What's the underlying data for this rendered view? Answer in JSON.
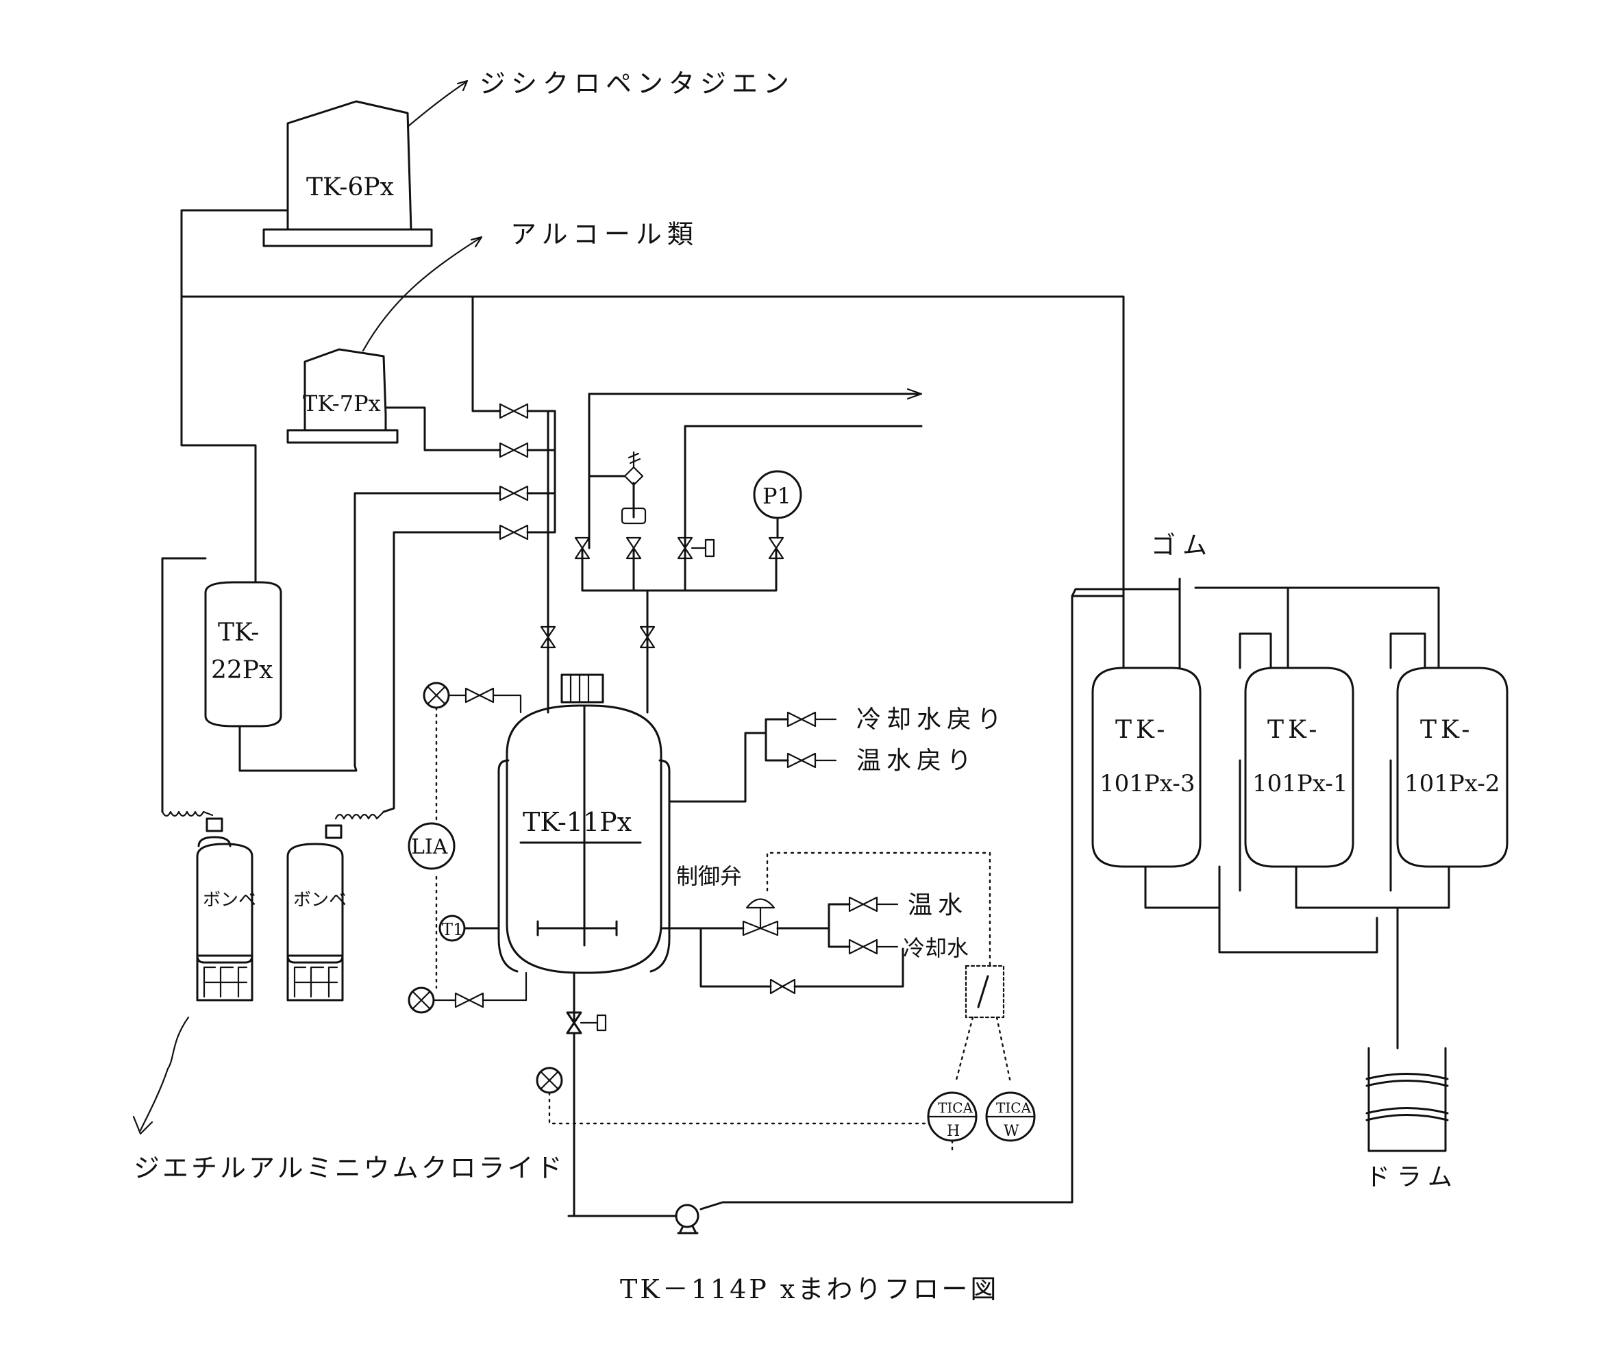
{
  "labels": {
    "dicyclopentadiene": "ジシクロペンタジエン",
    "alcohols": "アルコール類",
    "diethylaluminium_chloride": "ジエチルアルミニウムクロライド",
    "rubber": "ゴム",
    "drum": "ドラム",
    "cooling_water_return": "冷却水戻り",
    "hot_water_return": "温水戻り",
    "control_valve": "制御弁",
    "hot_water": "温水",
    "cooling_water": "冷却水",
    "cylinder_1": "ボンベ",
    "cylinder_2": "ボンベ"
  },
  "tanks": {
    "tk6": "TK-6Px",
    "tk7": "TK-7Px",
    "tk22_line1": "TK-",
    "tk22_line2": "22Px",
    "tk11": "TK-11Px",
    "tk101_3_line1": "TK-",
    "tk101_3_line2": "101Px-3",
    "tk101_1_line1": "TK-",
    "tk101_1_line2": "101Px-1",
    "tk101_2_line1": "TK-",
    "tk101_2_line2": "101Px-2"
  },
  "instruments": {
    "p1": "P1",
    "lia": "LIA",
    "t1": "T1",
    "tica_h_top": "TICA",
    "tica_h_bottom": "H",
    "tica_w_top": "TICA",
    "tica_w_bottom": "W"
  },
  "caption": "TK－114P xまわりフロー図"
}
